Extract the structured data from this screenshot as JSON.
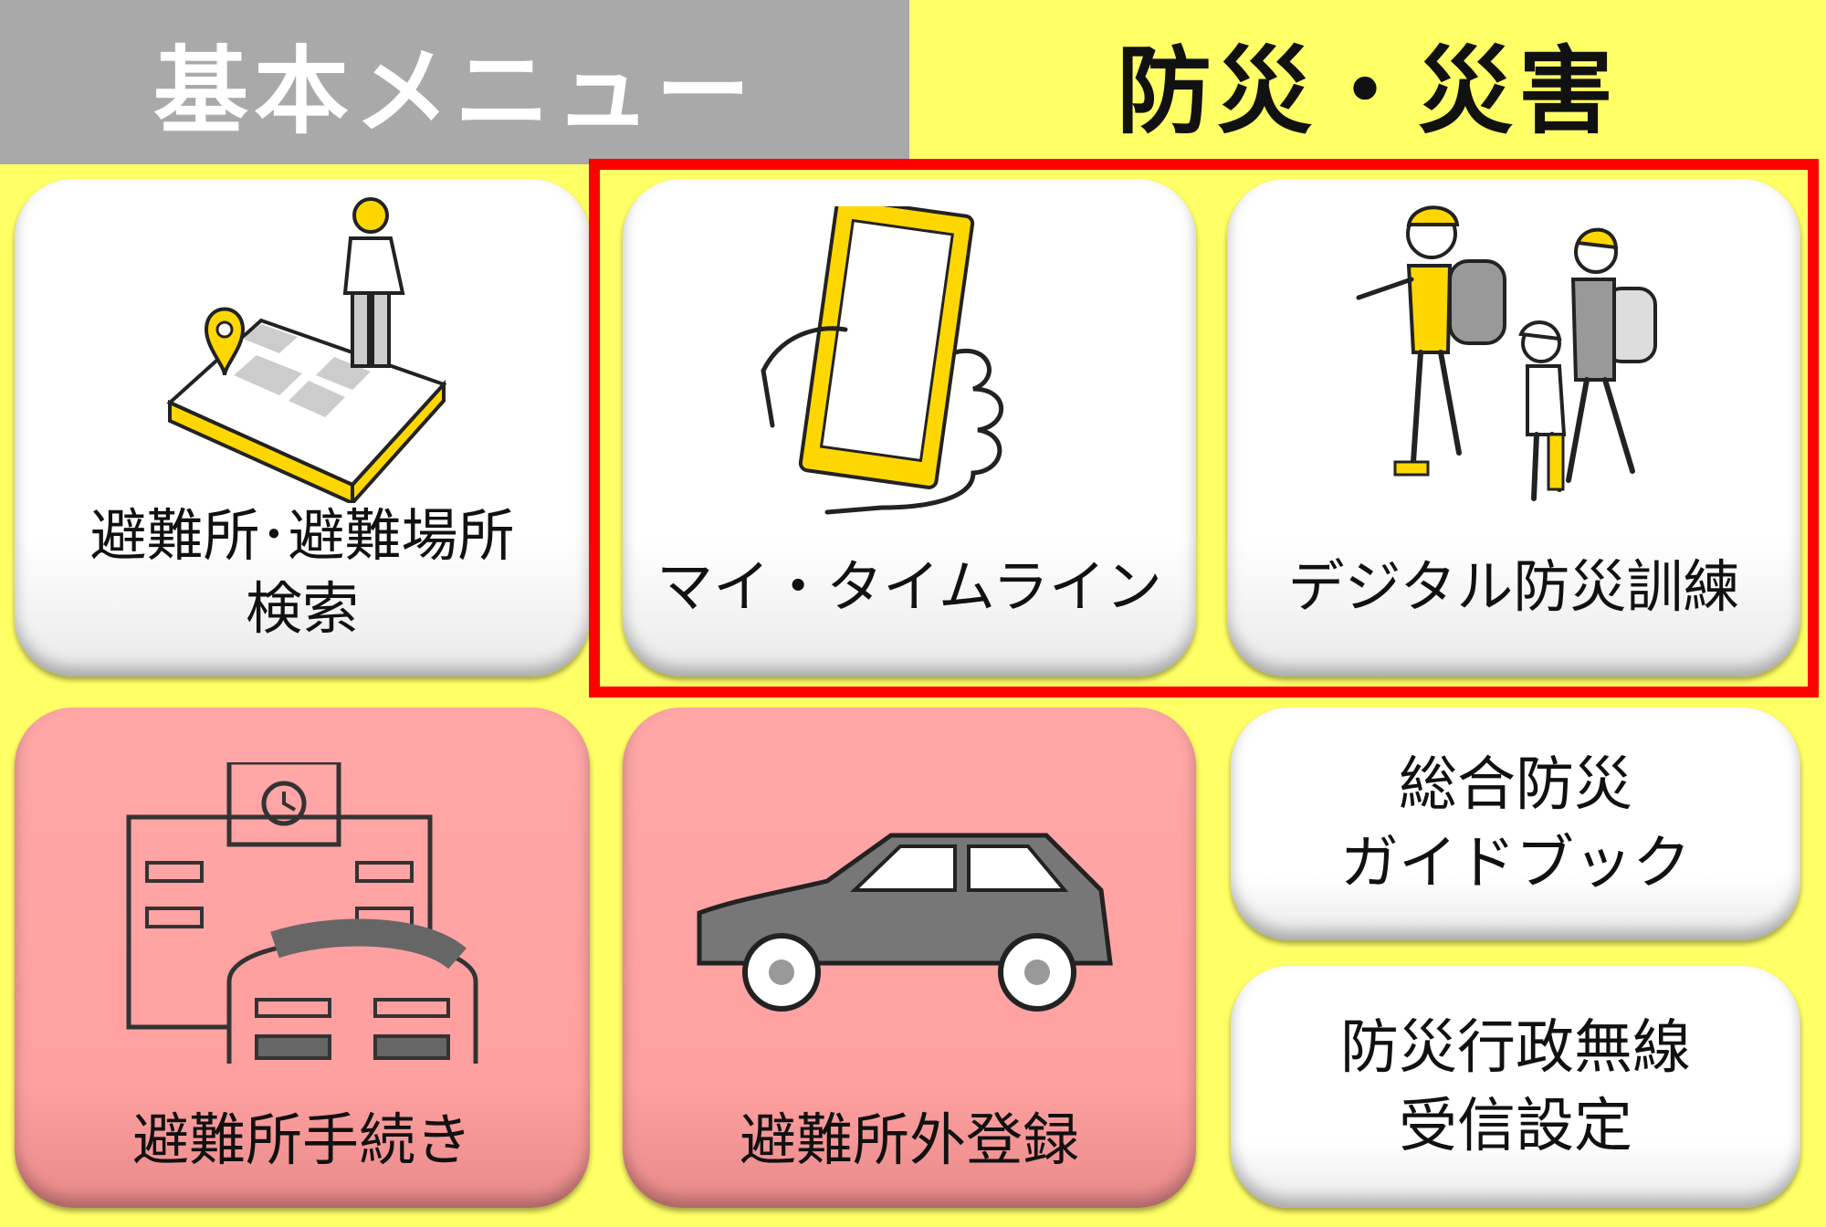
{
  "tabs": {
    "basic": "基本メニュー",
    "disaster": "防災・災害"
  },
  "tiles": {
    "shelter_search": "避難所･避難場所\n検索",
    "my_timeline": "マイ・タイムライン",
    "digital_drill": "デジタル防災訓練",
    "shelter_procedure": "避難所手続き",
    "outside_shelter_register": "避難所外登録",
    "guidebook": "総合防災\nガイドブック",
    "radio_setting": "防災行政無線\n受信設定"
  },
  "colors": {
    "background": "#ffff66",
    "basic_tab": "#a9a9a9",
    "highlight": "#ff0000",
    "pink_tile": "#ffa0a0",
    "accent_yellow": "#ffd700"
  },
  "icons": {
    "shelter_search": "map-person-icon",
    "my_timeline": "smartphone-hand-icon",
    "digital_drill": "evacuating-family-icon",
    "shelter_procedure": "school-building-icon",
    "outside_shelter_register": "car-icon"
  }
}
